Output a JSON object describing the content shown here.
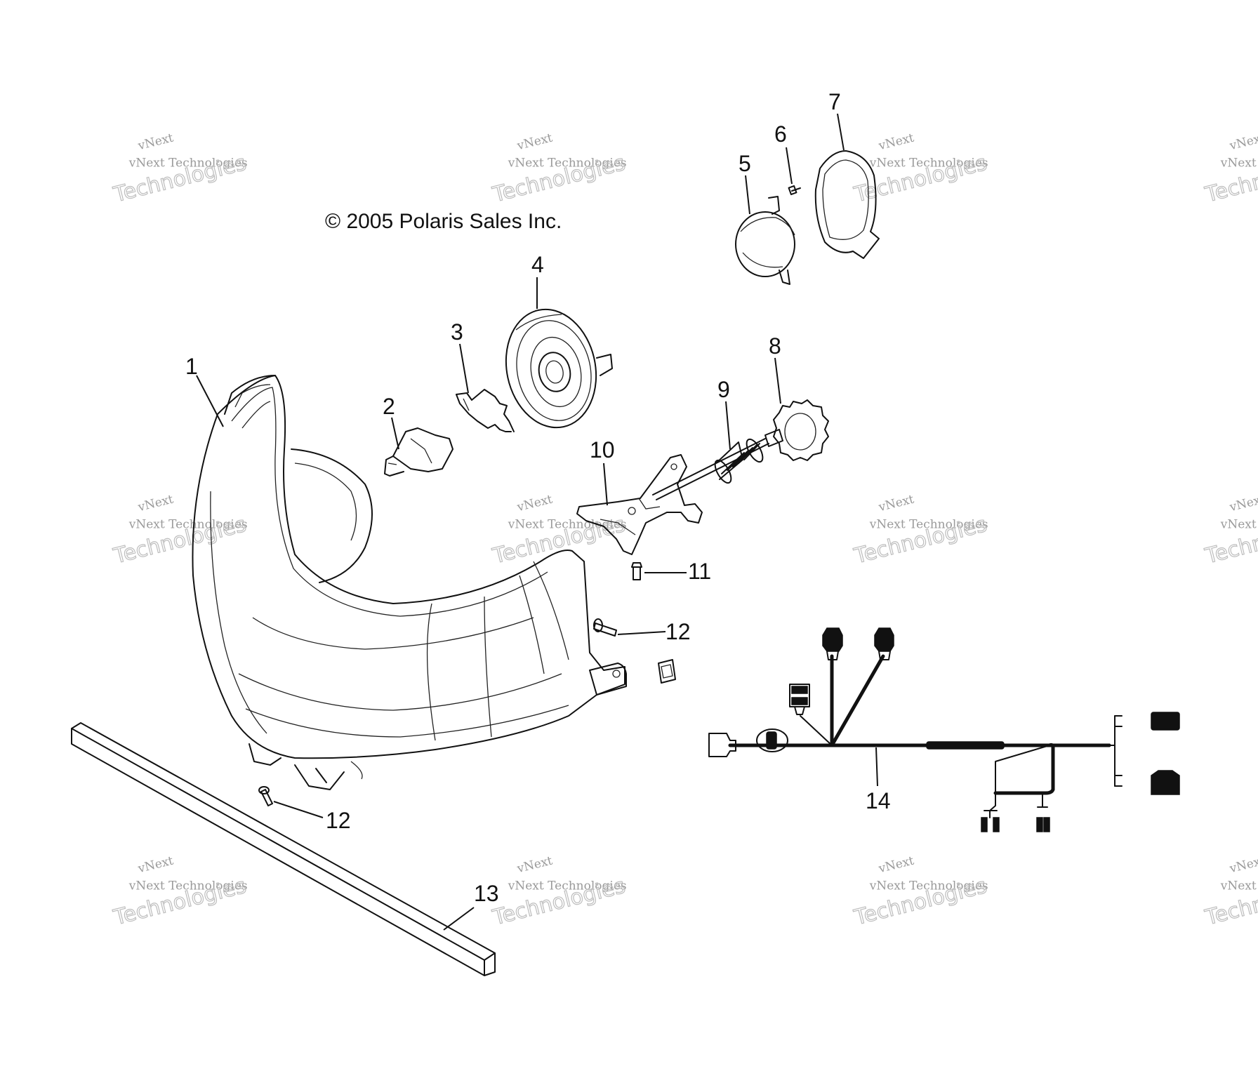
{
  "copyright": "© 2005 Polaris Sales Inc.",
  "watermark": {
    "line1": "vNext",
    "line2": "vNext Technologies",
    "line3": "Technologies"
  },
  "callouts": [
    "1",
    "2",
    "3",
    "4",
    "5",
    "6",
    "7",
    "8",
    "9",
    "10",
    "11",
    "12",
    "12",
    "13",
    "14"
  ]
}
